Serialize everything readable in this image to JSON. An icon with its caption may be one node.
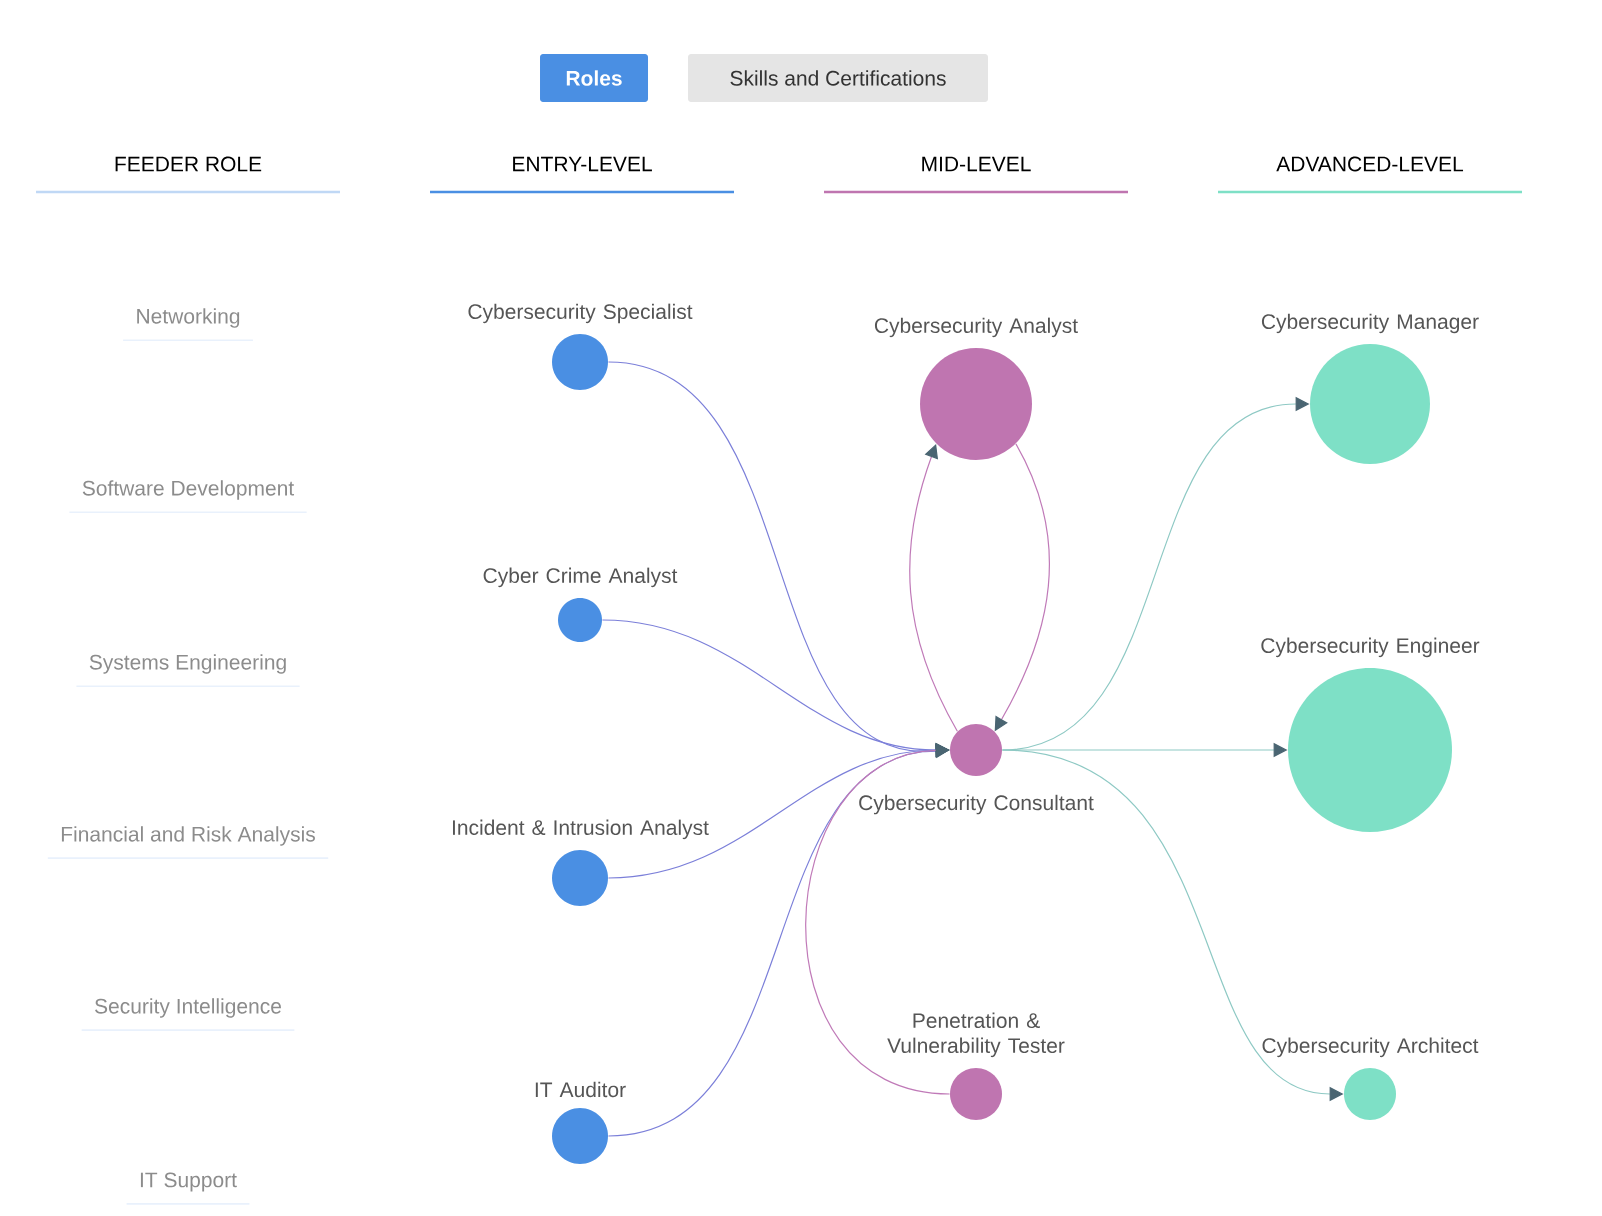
{
  "diagram": {
    "nodes": [
      {
        "text": [
          "Roles"
        ]
      },
      {
        "text": [
          "Skills and Certifications"
        ]
      },
      {
        "text": [
          "Cybersecurity Specialist"
        ]
      },
      {
        "text": [
          "Cyber Crime Analyst"
        ]
      },
      {
        "text": [
          "Incident & Intrusion Analyst"
        ]
      },
      {
        "text": [
          "IT Auditor"
        ]
      },
      {
        "text": [
          "Cybersecurity Analyst"
        ]
      },
      {
        "text": [
          "Cybersecurity Consultant"
        ]
      },
      {
        "text": [
          "Penetration & Vulnerability Tester"
        ]
      },
      {
        "text": [
          "Cybersecurity Manager"
        ]
      },
      {
        "text": [
          "Cybersecurity Engineer"
        ]
      },
      {
        "text": [
          "Cybersecurity Architect"
        ]
      }
    ],
    "edges": [
      {
        "from": 2,
        "to": 7,
        "arrow": "to"
      },
      {
        "from": 3,
        "to": 7,
        "arrow": "to"
      },
      {
        "from": 4,
        "to": 7,
        "arrow": "to"
      },
      {
        "from": 5,
        "to": 7,
        "arrow": "to"
      },
      {
        "from": 7,
        "to": 6,
        "arrow": "to",
        "color": "#c07ab8"
      },
      {
        "from": 6,
        "to": 7,
        "arrow": "to",
        "color": "#c07ab8"
      },
      {
        "from": 8,
        "to": 7,
        "arrow": "to",
        "color": "#c07ab8"
      },
      {
        "from": 7,
        "to": 9,
        "arrow": "to",
        "color": "#8ec9c4"
      },
      {
        "from": 7,
        "to": 10,
        "arrow": "to",
        "color": "#8ec9c4"
      },
      {
        "from": 7,
        "to": 11,
        "arrow": "to",
        "color": "#8ec9c4"
      }
    ],
    "labels": [
      "FEEDER ROLE",
      "ENTRY-LEVEL",
      "MID-LEVEL",
      "ADVANCED-LEVEL",
      "Networking",
      "Software Development",
      "Systems Engineering",
      "Financial and Risk Analysis",
      "Security Intelligence",
      "IT Support"
    ]
  }
}
